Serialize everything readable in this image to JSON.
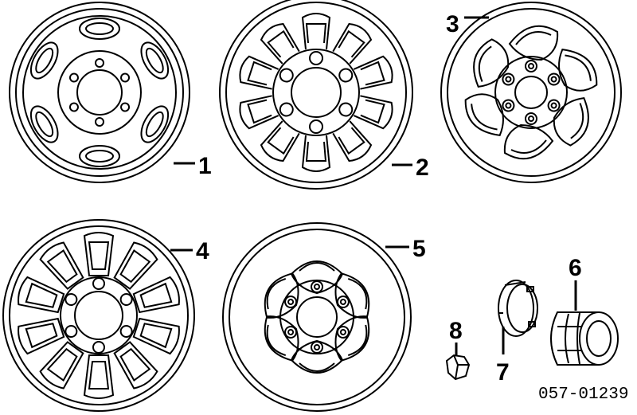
{
  "colors": {
    "line": "#000000",
    "background": "#ffffff"
  },
  "parts": [
    {
      "callout": "1",
      "name": "steel-wheel-oval-holes"
    },
    {
      "callout": "2",
      "name": "wheel-ten-spoke"
    },
    {
      "callout": "3",
      "name": "wheel-six-window"
    },
    {
      "callout": "4",
      "name": "wheel-ten-slot"
    },
    {
      "callout": "5",
      "name": "wheel-six-spoke"
    },
    {
      "callout": "6",
      "name": "center-cap"
    },
    {
      "callout": "7",
      "name": "cap-retainer-ring"
    },
    {
      "callout": "8",
      "name": "lug-nut"
    }
  ],
  "part_number": "057-01239"
}
